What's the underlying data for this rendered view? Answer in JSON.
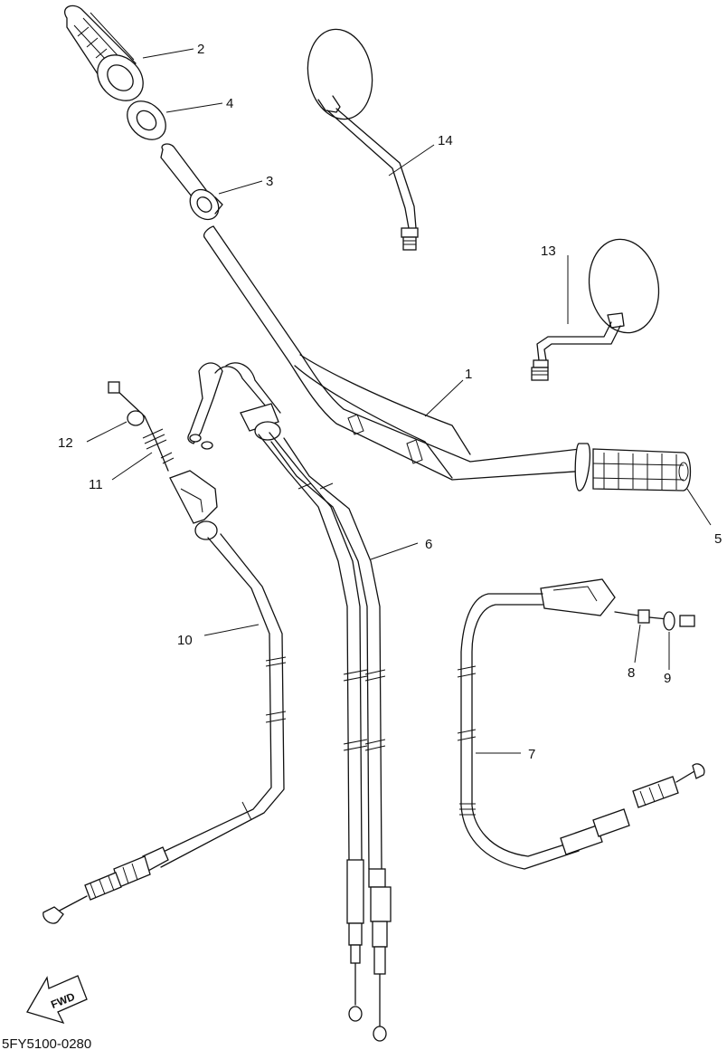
{
  "diagram_code": "5FY5100-0280",
  "direction_label": "FWD",
  "parts": [
    {
      "ref": "1"
    },
    {
      "ref": "2"
    },
    {
      "ref": "3"
    },
    {
      "ref": "4"
    },
    {
      "ref": "5"
    },
    {
      "ref": "6"
    },
    {
      "ref": "7"
    },
    {
      "ref": "8"
    },
    {
      "ref": "9"
    },
    {
      "ref": "10"
    },
    {
      "ref": "11"
    },
    {
      "ref": "12"
    },
    {
      "ref": "13"
    },
    {
      "ref": "14"
    }
  ]
}
